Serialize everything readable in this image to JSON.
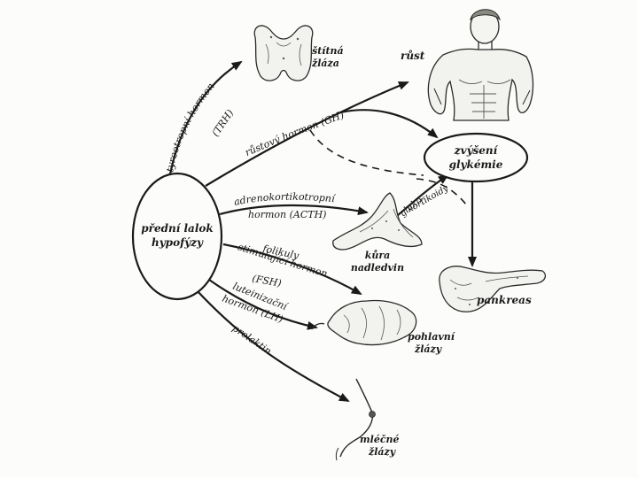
{
  "nodes": {
    "pituitary": [
      "přední lalok",
      "hypofýzy"
    ],
    "thyroid": [
      "štítná",
      "žláza"
    ],
    "growth": "růst",
    "glycemia": [
      "zvýšení",
      "glykémie"
    ],
    "adrenal": [
      "kůra",
      "nadledvin"
    ],
    "pancreas": "pankreas",
    "gonads": [
      "pohlavní",
      "žlázy"
    ],
    "mammary": [
      "mléčné",
      "žlázy"
    ]
  },
  "hormones": {
    "tsh": [
      "tyreotropní hormon",
      "(TRH)"
    ],
    "gh": "růstový hormon (GH)",
    "acth": [
      "adrenokortikotropní",
      "hormon (ACTH)"
    ],
    "gluco": [
      "gluko-",
      "kortikoidy"
    ],
    "fsh": [
      "folikuly",
      "stimulující hormon",
      "(FSH)"
    ],
    "lh": [
      "luteinizační",
      "hormon (LH)"
    ],
    "prl": "prolaktin"
  }
}
